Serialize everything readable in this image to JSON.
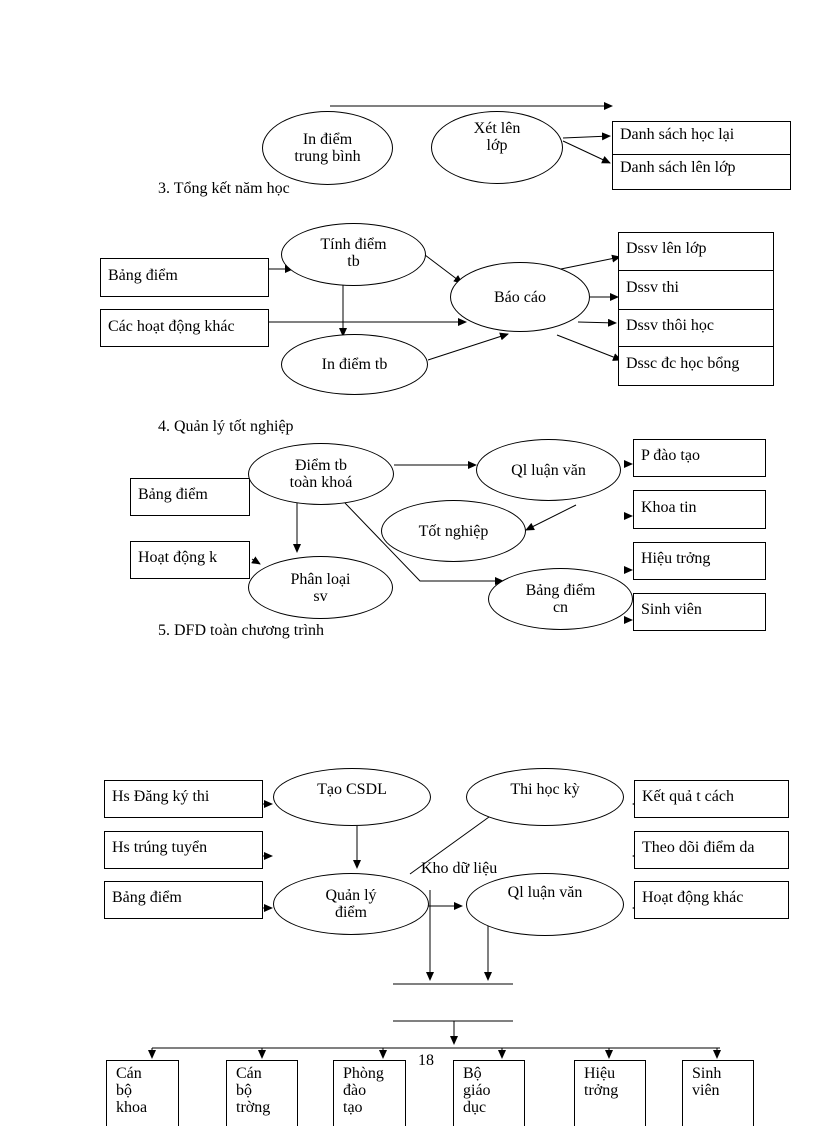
{
  "s2": {
    "nodes": {
      "in_diem": "In điểm\ntrung bình",
      "xet_len_lop": "Xét lên\nlớp"
    },
    "outputs": [
      "Danh sách học lại",
      "Danh sách lên lớp"
    ]
  },
  "s3": {
    "heading": "3. Tổng kết năm học",
    "inputs": [
      "Bảng điểm",
      "Các hoạt động khác"
    ],
    "nodes": {
      "tinh_diem": "Tính điểm\ntb",
      "in_diem": "In điểm tb",
      "bao_cao": "Báo cáo"
    },
    "outputs": [
      "Dssv lên lớp",
      "Dssv thi",
      "Dssv thôi học",
      "Dssc đc học bổng"
    ]
  },
  "s4": {
    "heading": "4. Quản lý tốt nghiệp",
    "inputs": [
      "Bảng điểm",
      "Hoạt động k"
    ],
    "nodes": {
      "diem_tb": "Điểm tb\ntoàn khoá",
      "ql_luan_van": "Ql luận văn",
      "tot_nghiep": "Tốt nghiệp",
      "phan_loai": "Phân loại\nsv",
      "bang_diem_cn": "Bảng điểm\ncn"
    },
    "outputs": [
      "P đào tạo",
      "Khoa tin",
      "Hiệu trởng",
      "Sinh viên"
    ]
  },
  "s5": {
    "heading": "5. DFD toàn chương trình",
    "left_inputs": [
      "Hs Đăng ký thi",
      "Hs trúng tuyển",
      "Bảng điểm"
    ],
    "right_inputs": [
      "Kết quả t   cách",
      "Theo dõi điểm da",
      "Hoạt động khác"
    ],
    "nodes": {
      "tao_csdl": "Tạo CSDL",
      "thi_hoc_ky": "Thi học kỳ",
      "quan_ly_diem": "Quản lý\nđiểm",
      "ql_luan_van": "Ql luận văn"
    },
    "store_label": "Kho dữ liệu",
    "outputs": [
      "Cán\nbộ\nkhoa",
      "Cán\nbộ\ntrờng",
      "Phòng\nđào\ntạo",
      "Bộ\ngiáo\ndục",
      "Hiệu\ntrởng",
      "Sinh\nviên"
    ]
  },
  "page_number": "18"
}
